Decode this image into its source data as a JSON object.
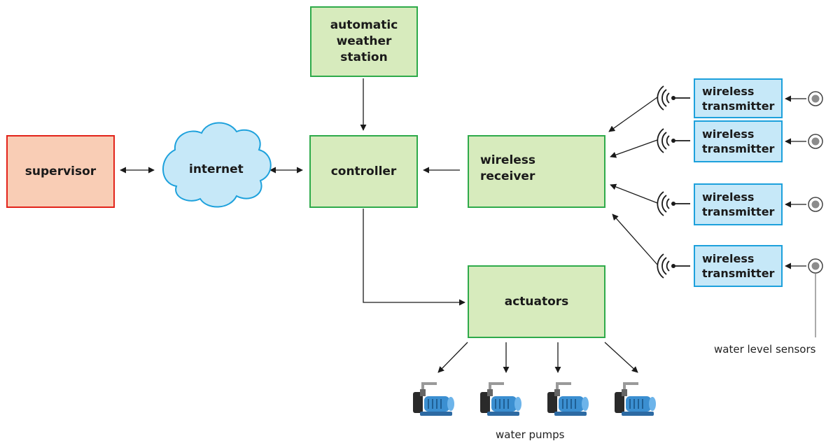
{
  "nodes": {
    "weather_station": "automatic weather station",
    "supervisor": "supervisor",
    "internet": "internet",
    "controller": "controller",
    "wireless_receiver": "wireless receiver",
    "actuators": "actuators",
    "transmitters": [
      "wireless transmitter",
      "wireless transmitter",
      "wireless transmitter",
      "wireless transmitter"
    ]
  },
  "captions": {
    "sensors": "water level sensors",
    "pumps": "water pumps"
  },
  "icons": {
    "receiver_dish": "satellite-dish-icon",
    "signal": "wireless-signal-icon",
    "sensor": "water-level-sensor-icon",
    "pump": "water-pump-icon"
  },
  "colors": {
    "green_fill": "#d7ebbd",
    "green_border": "#2eaa4a",
    "red_fill": "#f9cdb5",
    "red_border": "#e2231a",
    "blue_fill": "#c6e8f8",
    "blue_border": "#1da1dc",
    "cloud_fill": "#c6e8f8",
    "cloud_border": "#1da1dc",
    "pump_body": "#3b8fd1"
  }
}
